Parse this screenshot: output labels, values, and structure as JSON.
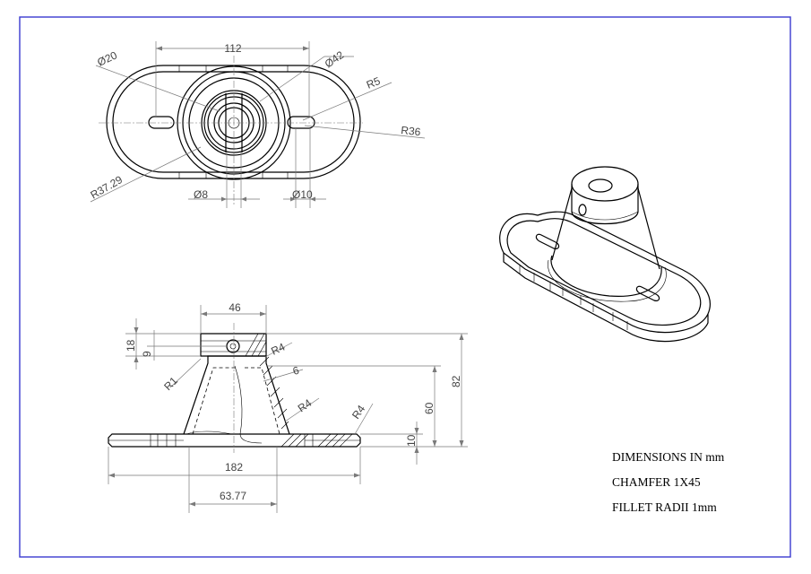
{
  "drawing": {
    "top_view": {
      "dims": {
        "width_112": "112",
        "dia_42": "Ø42",
        "dia_20": "Ø20",
        "r5": "R5",
        "r36": "R36",
        "r37": "R37.29",
        "dia_8": "Ø8",
        "dia_10": "Ø10"
      }
    },
    "front_view": {
      "dims": {
        "d46": "46",
        "d18": "18",
        "d9": "9",
        "r1": "R1",
        "r4a": "R4",
        "d6": "6",
        "r4b": "R4",
        "r4c": "R4",
        "d82": "82",
        "d60": "60",
        "d10": "10",
        "d182": "182",
        "d6377": "63.77"
      }
    },
    "notes": {
      "units": "DIMENSIONS IN mm",
      "chamfer": "CHAMFER  1X45",
      "fillet": "FILLET RADII 1mm"
    },
    "colors": {
      "border": "#3a3ad0",
      "line": "#000000",
      "dimension": "#7a7a7a"
    }
  }
}
